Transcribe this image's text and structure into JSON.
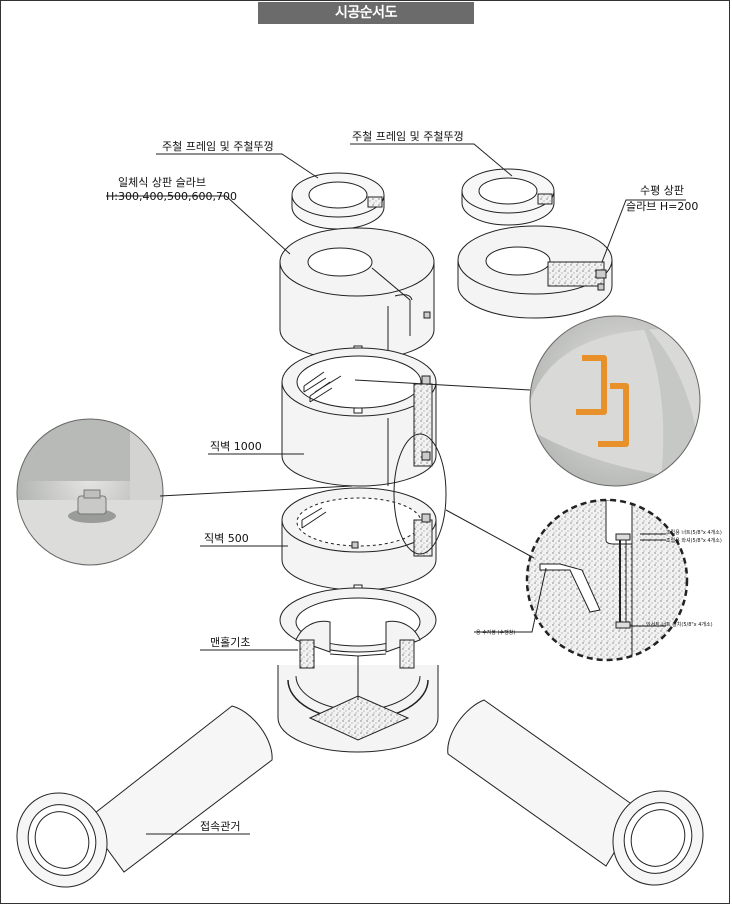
{
  "title": "시공순서도",
  "labels": {
    "frame_cover_left": "주철 프레임 및 주철뚜껑",
    "frame_cover_right": "주철 프레임 및 주철뚜껑",
    "integrated_slab": "일체식 상판 슬라브",
    "integrated_slab_heights": "H:300,400,500,600,700",
    "horizontal_slab_line1": "수평 상판",
    "horizontal_slab_line2": "슬라브 H=200",
    "wall_1000": "직벽 1000",
    "wall_500": "직벽 500",
    "manhole_base": "맨홀기초",
    "connection_pipe": "접속관거"
  },
  "detail_labels": {
    "bolt_nut": "조립용 너트(5/8\"x 4개소)",
    "bolt": "조립용 와셔(5/8\"x 4개소)",
    "insert": "인서트 너트 설치(5/8\"x 4개소)",
    "waterstop": "용 수지봉 (수팽창)"
  },
  "colors": {
    "concrete": "#f4f4f4",
    "stipple": "#d9d9d9",
    "ladder": "#e8902a",
    "photo_bg": "#cfd2d2",
    "title_bg": "#6b6b6b"
  }
}
